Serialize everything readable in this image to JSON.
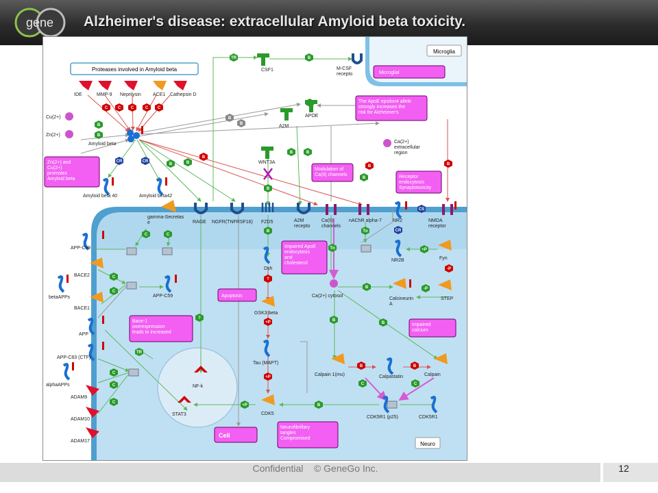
{
  "slide": {
    "logo_text": "gene",
    "title": "Alzheimer's disease: extracellular Amyloid beta toxicity.",
    "footer_text": "Confidential    © GeneGo Inc.",
    "page_number": "12"
  },
  "diagram": {
    "regions": {
      "microglia": "Microglia",
      "neuro": "Neuro",
      "extracellular": "Ca(2+)\nextracellular\nregion"
    },
    "legend_box": "Proteases involved in Amyloid beta",
    "nodes": {
      "ide": "IDE",
      "mmp9": "MMP-9",
      "neprilysin": "Neprilysin",
      "ace1": "ACE1",
      "cathepsin": "Cathepsin D",
      "cu": "Cu(2+)",
      "zn": "Zn(2+)",
      "amyloid": "Amyloid beta",
      "ab40": "Amyloid beta 40",
      "ab42": "Amyloid beta42",
      "csf1": "CSF1",
      "mcsf": "M-CSF\nrecepto",
      "a2m": "A2M",
      "apoe": "APOE",
      "wnt3a": "WNT3A",
      "gsecretase": "gamma-Secretas\ne",
      "rage": "RAGE",
      "ngfr": "NGFR(TNFRSF16)",
      "fzd5": "FZD5",
      "a2mr": "A2M\nrecepto",
      "cachan": "Ca(II)\nchannels",
      "nachr": "nAChR alpha-7",
      "nr2": "NR2",
      "nmda": "NMDA\nreceptor",
      "appc99": "APP-C99",
      "bace2": "BACE2",
      "betaapps": "betaAPPs",
      "bace1": "BACE1",
      "appc59": "APP-C59",
      "app": "APP",
      "appc83": "APP-C83 (CTF)",
      "alphaapps": "alphaAPPs",
      "adam9": "ADAM9",
      "adam10": "ADAM10",
      "adam17": "ADAM17",
      "dsh": "Dsh",
      "gsk3": "GSK3 beta",
      "tau": "Tau (MAPT)",
      "cdk5": "CDK5",
      "nfk": "NF-k",
      "stat3": "STAT3",
      "cacyt": "Ca(2+) cytosol",
      "nr2b": "NR2B",
      "fyn": "Fyn",
      "calcineurin": "Calcineurin\nA",
      "step": "STEP",
      "calpain1": "Calpain 1(mu)",
      "calpastatin": "Calpastatin",
      "calpain": "Calpain",
      "cdk5r1p25": "CDK5R1 (p25)",
      "cdk5r1": "CDK5R1"
    },
    "notes": {
      "microglial": "Microglial",
      "apoe4": "The ApoE epsilon4 allele\nstrongly increases the\nrisk for Alzheimer's",
      "zncu": "Zn(2+) and\nCu(2+)\npromotes\nAmyloid beta",
      "modulation": "Modulation of\nCa(II) channels",
      "receptor": "Receptor\nendocytosis\nSynaptotoxicity",
      "impaired_apoe": "Impaired ApoE\nendocytosis\nand\ncholesterol",
      "apoptosis": "Apoptosis",
      "bace_over": "Bace-1\noverexpression\nleads to increased",
      "impaired_ca": "Impaired\ncalcium",
      "cell": "Cell",
      "neurofib": "Neurofibrillary\ntangles\nCompromised"
    },
    "colors": {
      "cytoplasm": "#bfe0f2",
      "membrane": "#4f9fcf",
      "microglia": "#7fc0e6",
      "note": "#f25ff2",
      "edge_activation": "#5cb85c",
      "edge_inhibition": "#d9534f",
      "edge_unspecified": "#a9a9a9",
      "edge_ca": "#d45bd4"
    }
  }
}
